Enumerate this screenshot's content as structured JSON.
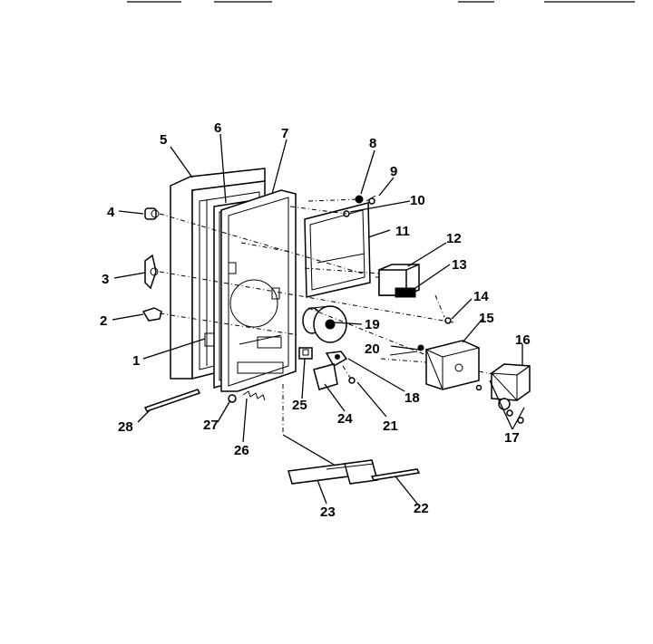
{
  "callouts": [
    "1",
    "2",
    "3",
    "4",
    "5",
    "6",
    "7",
    "8",
    "9",
    "10",
    "11",
    "12",
    "13",
    "14",
    "15",
    "16",
    "17",
    "18",
    "19",
    "20",
    "21",
    "22",
    "23",
    "24",
    "25",
    "26",
    "27",
    "28"
  ],
  "colors": {
    "ink": "#000000",
    "paper": "#ffffff"
  }
}
